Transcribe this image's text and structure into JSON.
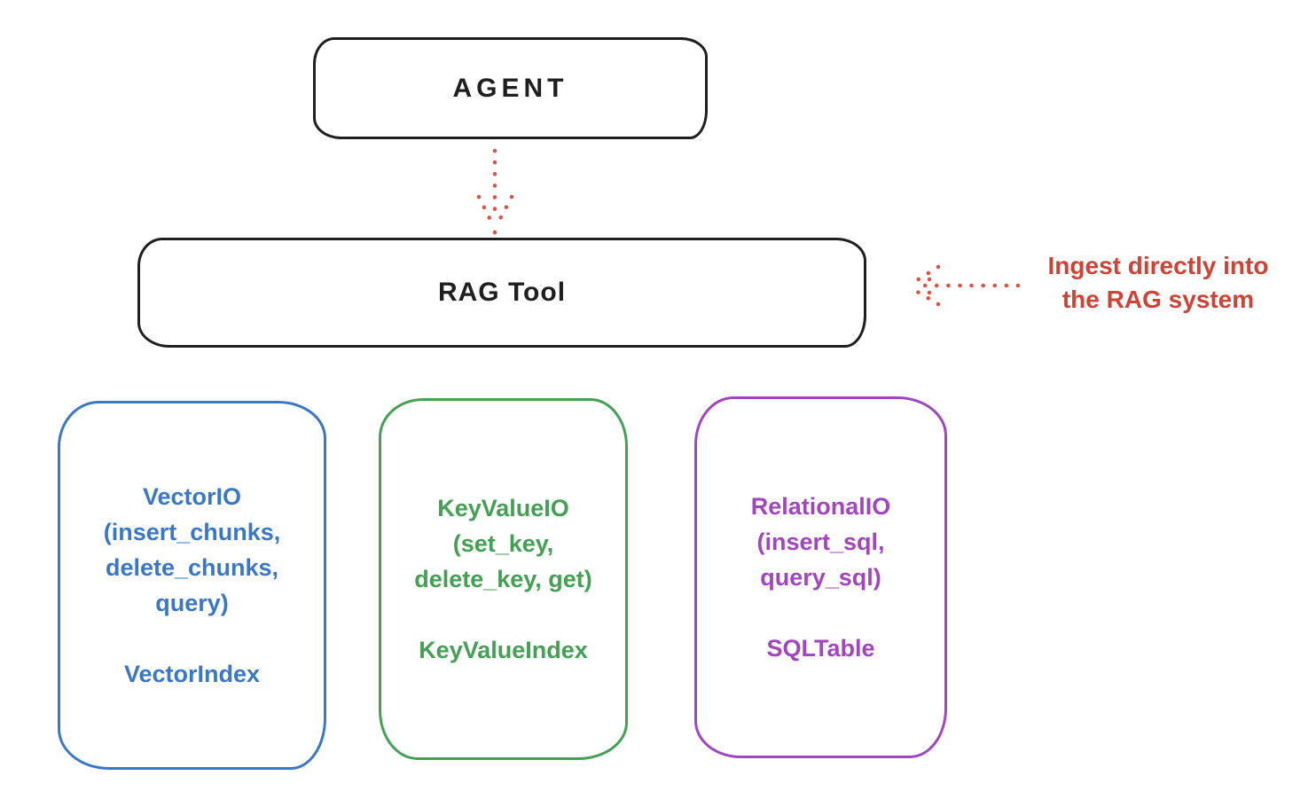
{
  "diagram": {
    "agent": {
      "label": "AGENT"
    },
    "rag_tool": {
      "label": "RAG Tool"
    },
    "annotation": {
      "line1": "Ingest directly into",
      "line2": "the RAG system",
      "color": "#cd4437"
    },
    "backends": {
      "vector": {
        "lines": [
          "VectorIO",
          "(insert_chunks,",
          "delete_chunks,",
          "query)"
        ],
        "footer": "VectorIndex",
        "color": "#3a78c6"
      },
      "keyvalue": {
        "lines": [
          "KeyValueIO",
          "(set_key,",
          "delete_key, get)"
        ],
        "footer": "KeyValueIndex",
        "color": "#44a054"
      },
      "relational": {
        "lines": [
          "RelationalIO",
          "(insert_sql,",
          "query_sql)"
        ],
        "footer": "SQLTable",
        "color": "#a246bf"
      }
    },
    "colors": {
      "stroke": "#1f1f1f",
      "arrow_red": "#de5347",
      "background": "#ffffff"
    }
  }
}
